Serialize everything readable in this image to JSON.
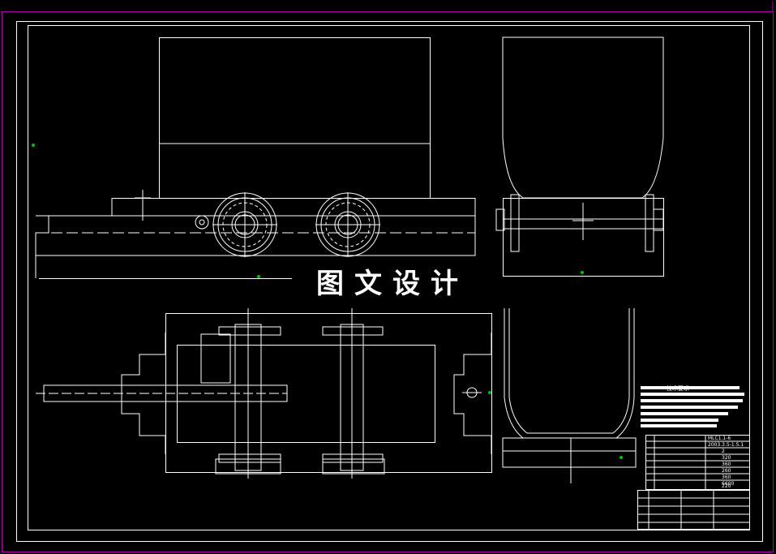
{
  "watermark": "图文设计",
  "notes": {
    "title": "技术要求"
  },
  "bom": {
    "spec_label": "MLC1.1-6",
    "spec_sub": "2003.3.5-1.5.1",
    "qty_column": [
      "2",
      "320",
      "360",
      "260",
      "360",
      "6600",
      "220"
    ]
  },
  "colors": {
    "background": "#000000",
    "line": "#ffffff",
    "border_accent": "#b000b0",
    "marker": "#00c000"
  }
}
